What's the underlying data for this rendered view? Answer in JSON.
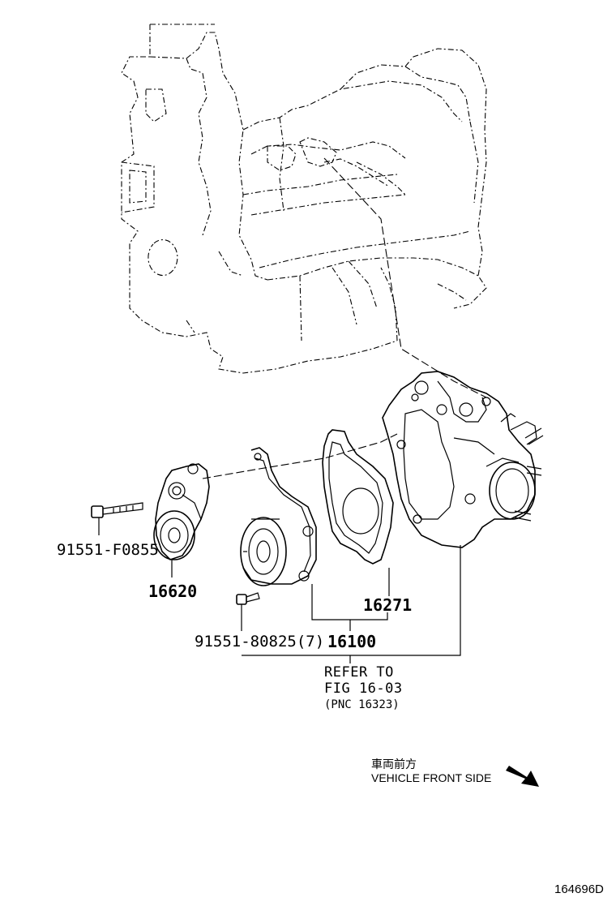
{
  "parts": {
    "bolt_tensioner": "91551-F0855",
    "tensioner": "16620",
    "gasket": "16271",
    "water_pump": "16100",
    "bolt_pump": "91551-80825(7)"
  },
  "reference": {
    "line1": "REFER TO",
    "line2": "FIG 16-03",
    "line3": "(PNC 16323)"
  },
  "orientation": {
    "japanese": "車両前方",
    "english": "VEHICLE FRONT SIDE",
    "arrow_icon": "front-direction-arrow-icon"
  },
  "figure_code": "164696D"
}
